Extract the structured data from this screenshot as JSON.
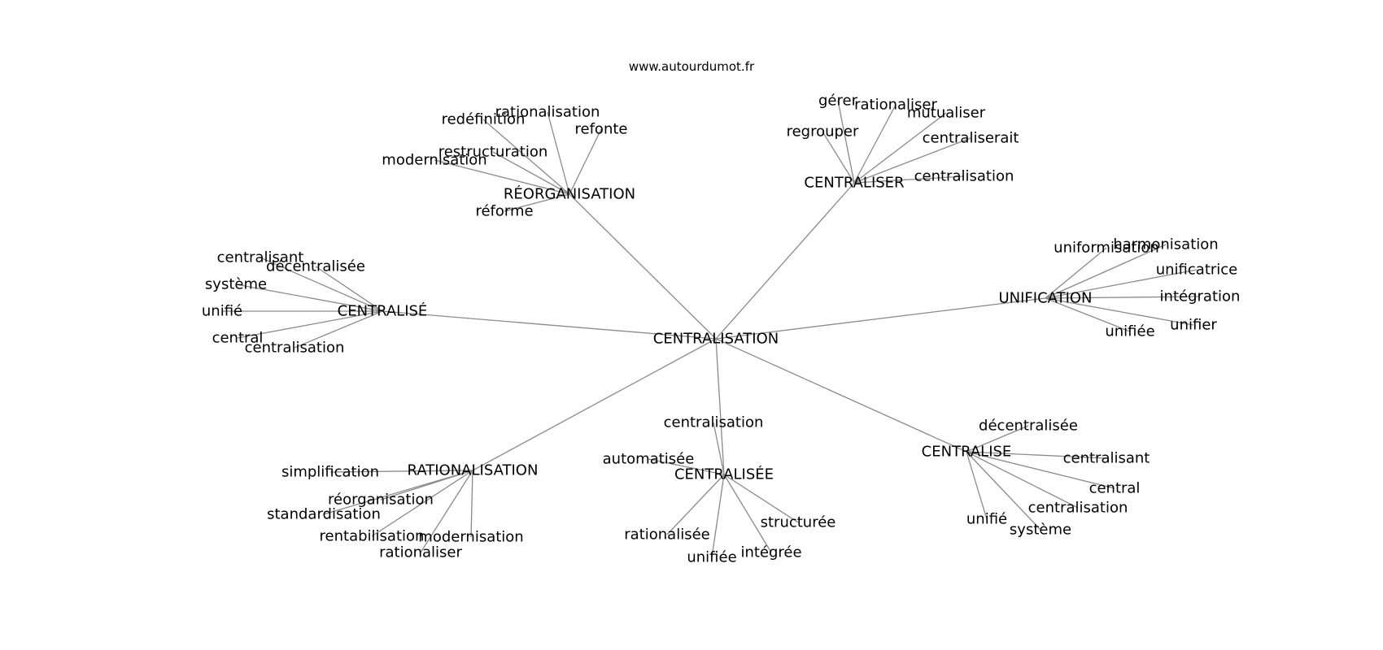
{
  "watermark": "www.autourdumot.fr",
  "center": "CENTRALISATION",
  "clusters": [
    {
      "hub": "RÉORGANISATION",
      "words": [
        "rationalisation",
        "redéfinition",
        "refonte",
        "restructuration",
        "modernisation",
        "réforme"
      ]
    },
    {
      "hub": "CENTRALISER",
      "words": [
        "gérer",
        "rationaliser",
        "mutualiser",
        "regrouper",
        "centraliserait",
        "centralisation"
      ]
    },
    {
      "hub": "CENTRALISÉ",
      "words": [
        "centralisant",
        "décentralisée",
        "système",
        "unifié",
        "central",
        "centralisation"
      ]
    },
    {
      "hub": "UNIFICATION",
      "words": [
        "uniformisation",
        "harmonisation",
        "unificatrice",
        "intégration",
        "unifier",
        "unifiée"
      ]
    },
    {
      "hub": "RATIONALISATION",
      "words": [
        "simplification",
        "réorganisation",
        "standardisation",
        "rentabilisation",
        "modernisation",
        "rationaliser"
      ]
    },
    {
      "hub": "CENTRALISÉE",
      "words": [
        "centralisation",
        "automatisée",
        "rationalisée",
        "unifiée",
        "intégrée",
        "structurée"
      ]
    },
    {
      "hub": "CENTRALISE",
      "words": [
        "décentralisée",
        "centralisant",
        "central",
        "centralisation",
        "unifié",
        "système"
      ]
    }
  ]
}
